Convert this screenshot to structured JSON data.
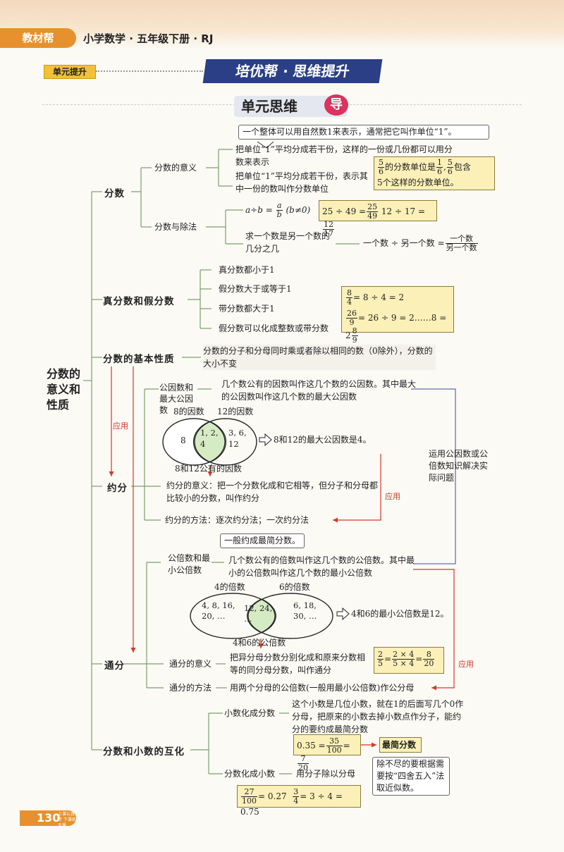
{
  "header": {
    "brand_tab": "教材帮",
    "book_title": "小学数学 · 五年级下册 · RJ",
    "unit_tag": "单元提升",
    "section_banner": "培优帮 · 思维提升",
    "mindmap_title": "单元思维",
    "mindmap_badge": "导图"
  },
  "root": {
    "label_lines": [
      "分数的",
      "意义和",
      "性质"
    ]
  },
  "branches": {
    "fenshu": {
      "label": "分数",
      "yiyi": {
        "label": "分数的意义",
        "unit_one_note": "一个整体可以用自然数1来表示，通常把它叫作单位“1”。",
        "def1": "把单位“1”平均分成若干份，这样的一份或几份都可以用分数来表示",
        "def2": "把单位“1”平均分成若干份，表示其中一份的数叫作分数单位",
        "example_num1": "5",
        "example_den1": "6",
        "example_text1": "的分数单位是",
        "example_num2": "1",
        "example_den2": "6",
        "example_num3": "5",
        "example_den3": "6",
        "example_text2": "包含",
        "example_text3": "5个这样的分数单位。"
      },
      "chufa": {
        "label": "分数与除法",
        "formula_left": "a÷b =",
        "formula_num": "a",
        "formula_den": "b",
        "formula_cond": "(b≠0)",
        "ex1_left": "25 ÷ 49 =",
        "ex1_num": "25",
        "ex1_den": "49",
        "ex2_left": "12 ÷ 17 =",
        "ex2_num": "12",
        "ex2_den": "17",
        "jihzhi_q": "求一个数是另一个数的几分之几",
        "jihzhi_formula": "一个数 ÷ 另一个数 =",
        "jihzhi_num": "一个数",
        "jihzhi_den": "另一个数"
      }
    },
    "zhen_jia": {
      "label": "真分数和假分数",
      "items": [
        "真分数都小于1",
        "假分数大于或等于1",
        "带分数都大于1",
        "假分数可以化成整数或带分数"
      ],
      "ex1_num": "8",
      "ex1_den": "4",
      "ex1_rest": "= 8 ÷ 4 = 2",
      "ex2_num": "26",
      "ex2_den": "9",
      "ex2_rest": "= 26 ÷ 9 = 2……8 = 2",
      "ex2_mixed_num": "8",
      "ex2_mixed_den": "9"
    },
    "xingzhi": {
      "label": "分数的基本性质",
      "text": "分数的分子和分母同时乘或者除以相同的数（0除外），分数的大小不变"
    },
    "yuefen": {
      "label": "约分",
      "apply_label": "应用",
      "gys_label": "公因数和最大公因数",
      "gys_text": "几个数公有的因数叫作这几个数的公因数。其中最大的公因数叫作这几个数的最大公因数",
      "venn_left_title": "8的因数",
      "venn_right_title": "12的因数",
      "venn_left_only": "8",
      "venn_common": "1, 2, 4",
      "venn_right_only": "3, 6, 12",
      "venn_common_label": "8和12公有的因数",
      "venn_result": "8和12的最大公因数是4。",
      "meaning": "约分的意义：把一个分数化成和它相等，但分子和分母都比较小的分数，叫作约分",
      "method": "约分的方法：逐次约分法；一次约分法",
      "method_note": "一般约成最简分数。",
      "practical_note": "运用公因数或公倍数知识解决实际问题",
      "practical_apply": "应用"
    },
    "tongfen": {
      "label": "通分",
      "gbs_label": "公倍数和最小公倍数",
      "gbs_text": "几个数公有的倍数叫作这几个数的公倍数。其中最小的公倍数叫作这几个数的最小公倍数",
      "venn_left_title": "4的倍数",
      "venn_right_title": "6的倍数",
      "venn_left_only": "4, 8, 16, 20, …",
      "venn_common": "12, 24, …",
      "venn_right_only": "6, 18, 30, …",
      "venn_common_label": "4和6的公倍数",
      "venn_result": "4和6的最小公倍数是12。",
      "meaning_label": "通分的意义",
      "meaning_text": "把异分母分数分别化成和原来分数相等的同分母分数，叫作通分",
      "ex_num1": "2",
      "ex_den1": "5",
      "ex_num2": "2 × 4",
      "ex_den2": "5 × 4",
      "ex_num3": "8",
      "ex_den3": "20",
      "method_label": "通分的方法",
      "method_text": "用两个分母的公倍数(一般用最小公倍数)作公分母",
      "apply_label": "应用"
    },
    "huhua": {
      "label": "分数和小数的互化",
      "d2f_label": "小数化成分数",
      "d2f_text": "这个小数是几位小数，就在1的后面写几个0作分母，把原来的小数去掉小数点作分子，能约分的要约成最简分数",
      "d2f_ex_left": "0.35 =",
      "d2f_ex_num1": "35",
      "d2f_ex_den1": "100",
      "d2f_ex_num2": "7",
      "d2f_ex_den2": "20",
      "d2f_ex_result": "最简分数",
      "f2d_label": "分数化成小数",
      "f2d_text": "用分子除以分母",
      "f2d_note": "除不尽的要根据需要按“四舍五入”法取近似数。",
      "f2d_ex_num1": "27",
      "f2d_ex_den1": "100",
      "f2d_ex_mid": "= 0.27",
      "f2d_ex_num2": "3",
      "f2d_ex_den2": "4",
      "f2d_ex_right": "= 3 ÷ 4 = 0.75"
    }
  },
  "footer": {
    "page_number": "130",
    "slogan": "上课认真听 下课练天量"
  },
  "colors": {
    "accent_orange": "#e6912e",
    "banner_blue": "#2a3f86",
    "highlight_yellow": "#fbf0b8",
    "arrow_red": "#d13a28",
    "venn_green": "#d5ebc4"
  }
}
